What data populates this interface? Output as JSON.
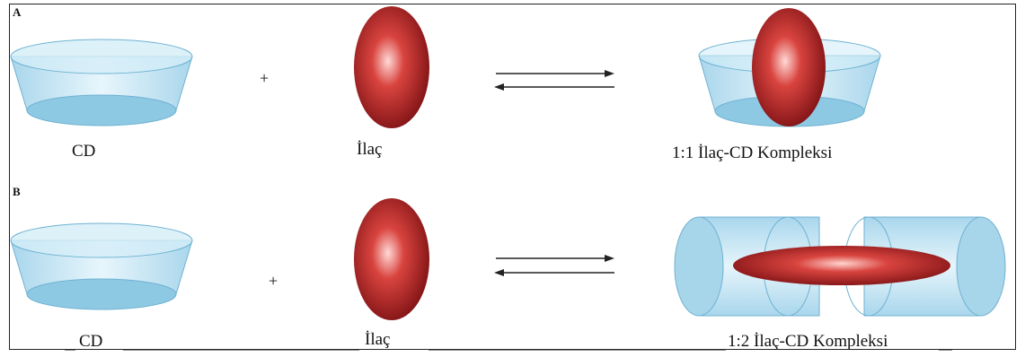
{
  "panels": {
    "a": {
      "letter": "A",
      "cd_label": "CD",
      "drug_label": "İlaç",
      "plus": "+",
      "complex_label": "1:1 İlaç-CD Kompleksi"
    },
    "b": {
      "letter": "B",
      "cd_label": "CD",
      "drug_label": "İlaç",
      "plus": "+",
      "complex_label": "1:2 İlaç-CD Kompleksi"
    }
  },
  "colors": {
    "cd_fill": "#bfe3f3",
    "cd_edge": "#6fb2d2",
    "drug": "#b8262b",
    "arrow": "#222222"
  }
}
